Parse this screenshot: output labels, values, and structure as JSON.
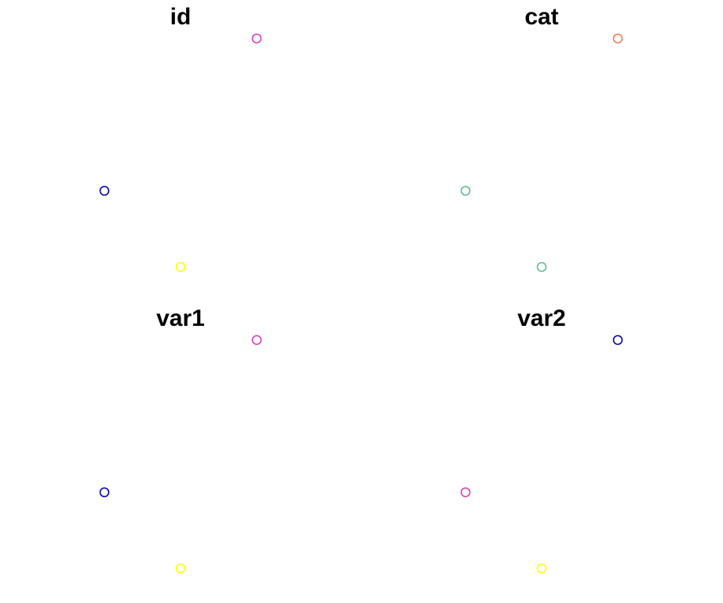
{
  "chart_data": [
    {
      "type": "scatter",
      "title": "id",
      "xlabel": "",
      "ylabel": "",
      "axes": "none",
      "grid": false,
      "x": [
        2,
        1,
        1.5
      ],
      "y": [
        3,
        1,
        0
      ],
      "colors": [
        "#DD3CC2",
        "#0000B8",
        "#FFFF00"
      ]
    },
    {
      "type": "scatter",
      "title": "cat",
      "xlabel": "",
      "ylabel": "",
      "axes": "none",
      "grid": false,
      "x": [
        2,
        1,
        1.5
      ],
      "y": [
        3,
        1,
        0
      ],
      "colors": [
        "#F47A54",
        "#59C08F",
        "#59C08F"
      ]
    },
    {
      "type": "scatter",
      "title": "var1",
      "xlabel": "",
      "ylabel": "",
      "axes": "none",
      "grid": false,
      "x": [
        2,
        1,
        1.5
      ],
      "y": [
        3,
        1,
        0
      ],
      "colors": [
        "#DD3CC2",
        "#0000B8",
        "#FFFF00"
      ]
    },
    {
      "type": "scatter",
      "title": "var2",
      "xlabel": "",
      "ylabel": "",
      "axes": "none",
      "grid": false,
      "x": [
        2,
        1,
        1.5
      ],
      "y": [
        3,
        1,
        0
      ],
      "colors": [
        "#0000B8",
        "#DD3CC2",
        "#FFFF00"
      ]
    }
  ]
}
